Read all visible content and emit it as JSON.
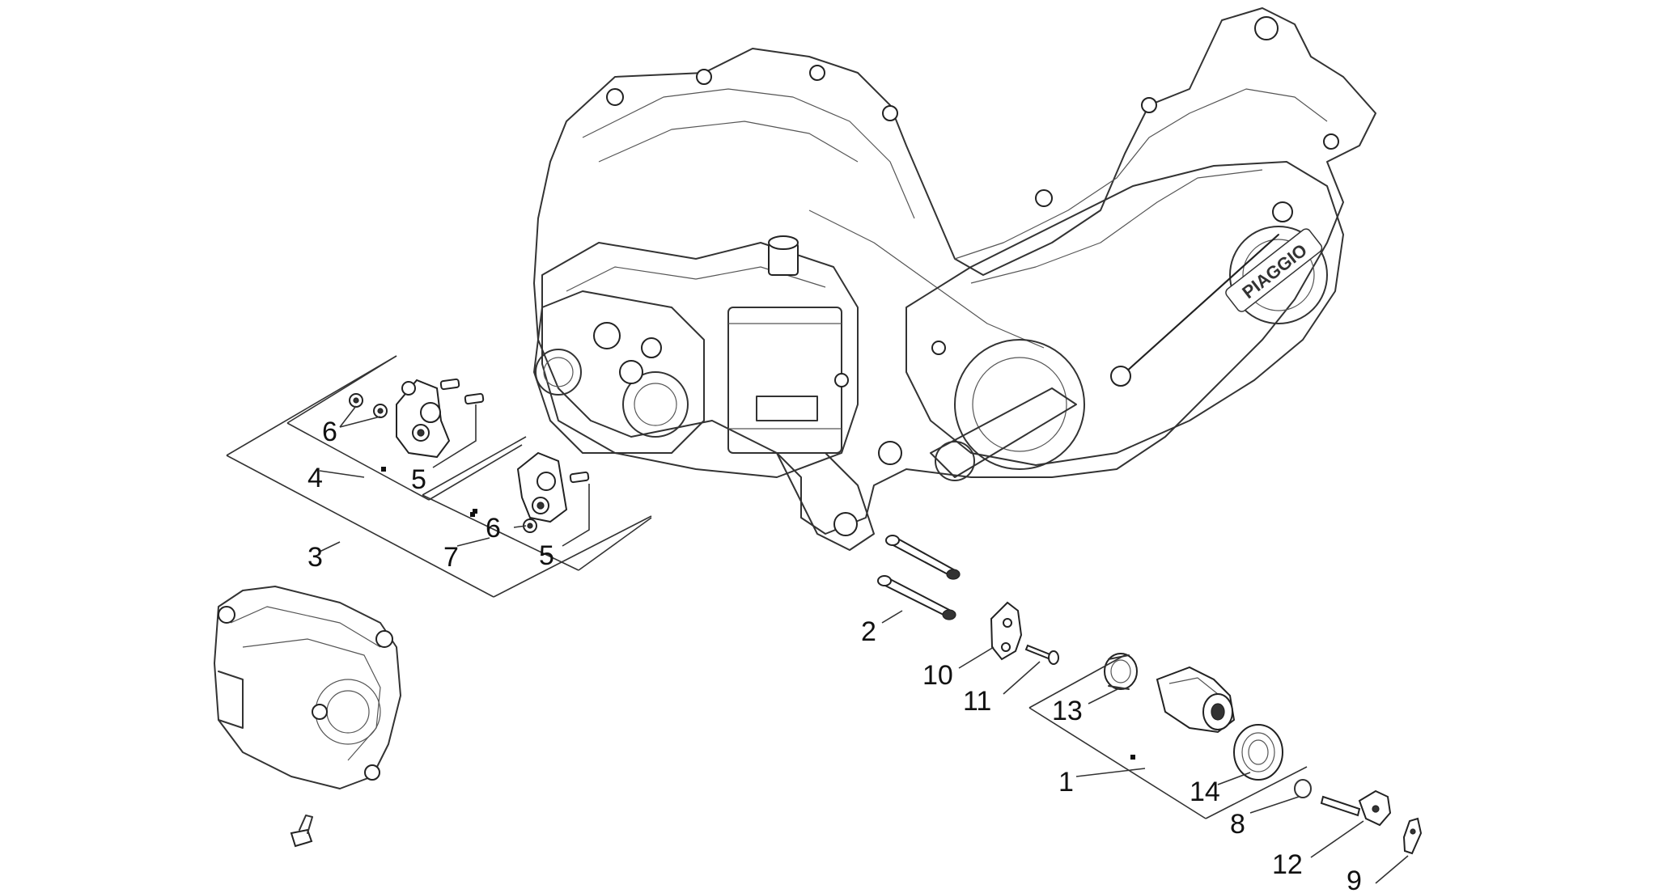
{
  "brand": "PIAGGIO",
  "colors": {
    "ink": "#333333",
    "background": "#ffffff"
  },
  "callouts": {
    "c1": "1",
    "c2": "2",
    "c3": "3",
    "c4": "4",
    "c5a": "5",
    "c5b": "5",
    "c6a": "6",
    "c6b": "6",
    "c7": "7",
    "c8": "8",
    "c9": "9",
    "c10": "10",
    "c11": "11",
    "c12": "12",
    "c13": "13",
    "c14": "14"
  }
}
